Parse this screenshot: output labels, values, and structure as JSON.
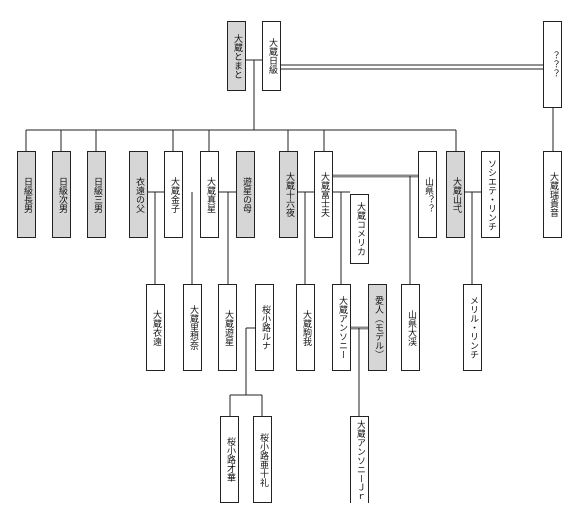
{
  "diagram": {
    "people": {
      "otoki": "大蔵とまと",
      "nikkyu": "大蔵日級",
      "unknown_top": "？？？",
      "chonan": "日級長男",
      "jinan": "日級次男",
      "sannan": "日級三男",
      "ie_father": "衣遠の父",
      "kaneko": "大蔵金子",
      "shinsei": "大蔵真星",
      "yuusei_mother": "遊星の母",
      "izayoi": "大蔵十六夜",
      "fujio": "大蔵富士夫",
      "yamagata_q": "山県？？",
      "yamashiro": "大蔵山弌",
      "societe": "ソシエテ・リンチ",
      "mizuki": "大蔵瑞貴音",
      "komerika": "大蔵コメリカ",
      "ie": "大蔵衣遠",
      "risona": "大蔵里想奈",
      "yuusei": "大蔵遊星",
      "runa": "桜小路ルナ",
      "komaga": "大蔵駒我",
      "anthony": "大蔵アンソニー",
      "aijin": "愛人（モデル）",
      "daikei": "山県大渓",
      "meryl": "メリル・リンチ",
      "saika": "桜小路才華",
      "akari": "桜小路亜十礼",
      "anthony_jr": "大蔵アンソニーＪｒ"
    }
  }
}
